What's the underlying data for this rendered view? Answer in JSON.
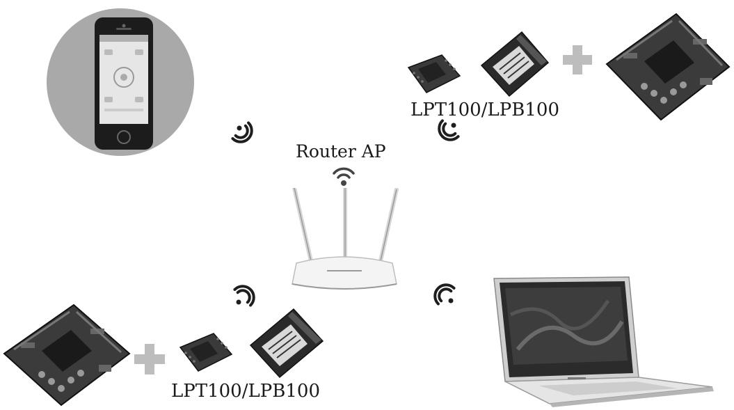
{
  "labels": {
    "router": "Router AP",
    "module_top": "LPT100/LPB100",
    "module_bottom": "LPT100/LPB100"
  },
  "colors": {
    "dark": "#1e1e1e",
    "mid": "#5a5a5a",
    "light": "#bdbdbd",
    "circle": "#a9a9a9",
    "plus": "#bdbdbd"
  },
  "icons": {
    "phone": "smartphone-icon",
    "router": "wifi-router-icon",
    "laptop": "laptop-icon",
    "board": "dev-board-icon",
    "module_small": "wifi-module-lpt100-icon",
    "module_large": "wifi-module-lpb100-icon",
    "signal": "wifi-signal-icon",
    "plus": "plus-icon"
  }
}
